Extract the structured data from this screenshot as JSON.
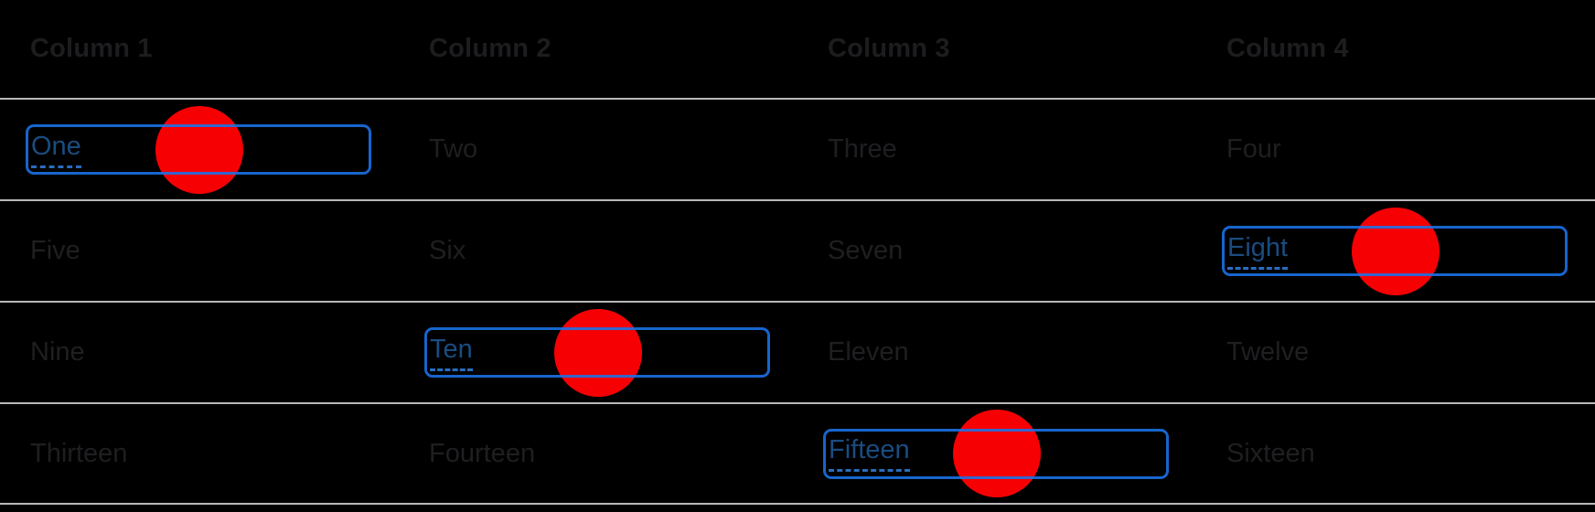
{
  "table": {
    "headers": [
      {
        "label": "Column 1"
      },
      {
        "label": "Column 2"
      },
      {
        "label": "Column 3"
      },
      {
        "label": "Column 4"
      }
    ],
    "rows": [
      {
        "cells": [
          {
            "text": "One",
            "link": true,
            "focused": true,
            "clicked": true
          },
          {
            "text": "Two"
          },
          {
            "text": "Three"
          },
          {
            "text": "Four"
          }
        ]
      },
      {
        "cells": [
          {
            "text": "Five"
          },
          {
            "text": "Six"
          },
          {
            "text": "Seven"
          },
          {
            "text": "Eight",
            "link": true,
            "focused": true,
            "clicked": true
          }
        ]
      },
      {
        "cells": [
          {
            "text": "Nine"
          },
          {
            "text": "Ten",
            "link": true,
            "focused": true,
            "clicked": true
          },
          {
            "text": "Eleven"
          },
          {
            "text": "Twelve"
          }
        ]
      },
      {
        "cells": [
          {
            "text": "Thirteen"
          },
          {
            "text": "Fourteen"
          },
          {
            "text": "Fifteen",
            "link": true,
            "focused": true,
            "clicked": true
          },
          {
            "text": "Sixteen"
          }
        ]
      }
    ]
  },
  "colors": {
    "background": "#000000",
    "row_separator": "#b8b8bc",
    "header_text": "#1d1d20",
    "cell_text": "#1f1f22",
    "link_text": "#1a4c80",
    "link_underline": "#2a6cbe",
    "focus_ring": "#1a73e8",
    "click_indicator": "#f60004"
  }
}
